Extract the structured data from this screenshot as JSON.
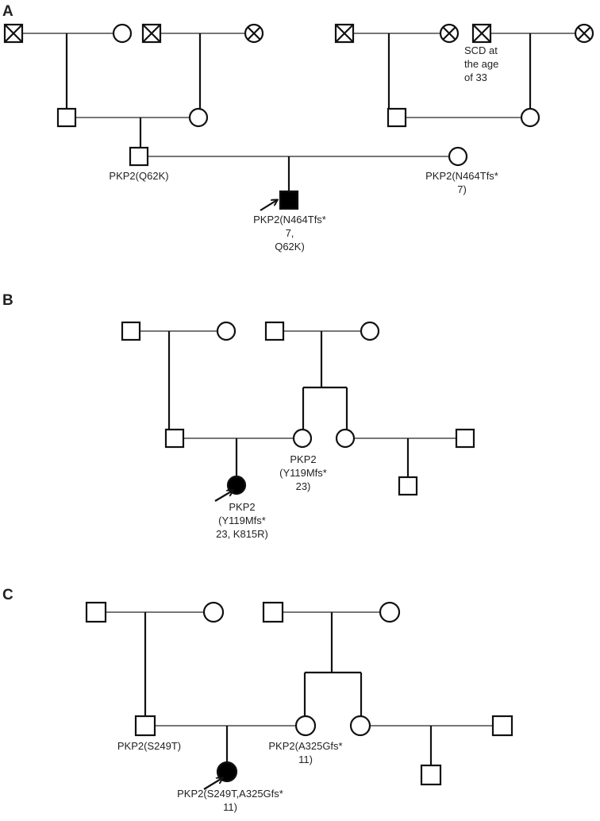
{
  "colors": {
    "line": "#111111",
    "dim_line": "#6f6f6f",
    "affected": "#000000",
    "unaffected": "#ffffff",
    "text": "#222222"
  },
  "panels": {
    "A": {
      "letter": "A",
      "sire_label": "PKP2(Q62K)",
      "dam_label_1": "PKP2(N464Tfs*",
      "dam_label_2": "7)",
      "proband_label_1": "PKP2(N464Tfs*",
      "proband_label_2": "7,",
      "proband_label_3": "Q62K)",
      "scd_note_1": "SCD at",
      "scd_note_2": "the age",
      "scd_note_3": "of 33"
    },
    "B": {
      "letter": "B",
      "mother_label_1": "PKP2",
      "mother_label_2": "(Y119Mfs*",
      "mother_label_3": "23)",
      "proband_label_1": "PKP2",
      "proband_label_2": "(Y119Mfs*",
      "proband_label_3": "23, K815R)"
    },
    "C": {
      "letter": "C",
      "father_label": "PKP2(S249T)",
      "mother_label_1": "PKP2(A325Gfs*",
      "mother_label_2": "11)",
      "proband_label_1": "PKP2(S249T,A325Gfs*",
      "proband_label_2": "11)"
    }
  }
}
